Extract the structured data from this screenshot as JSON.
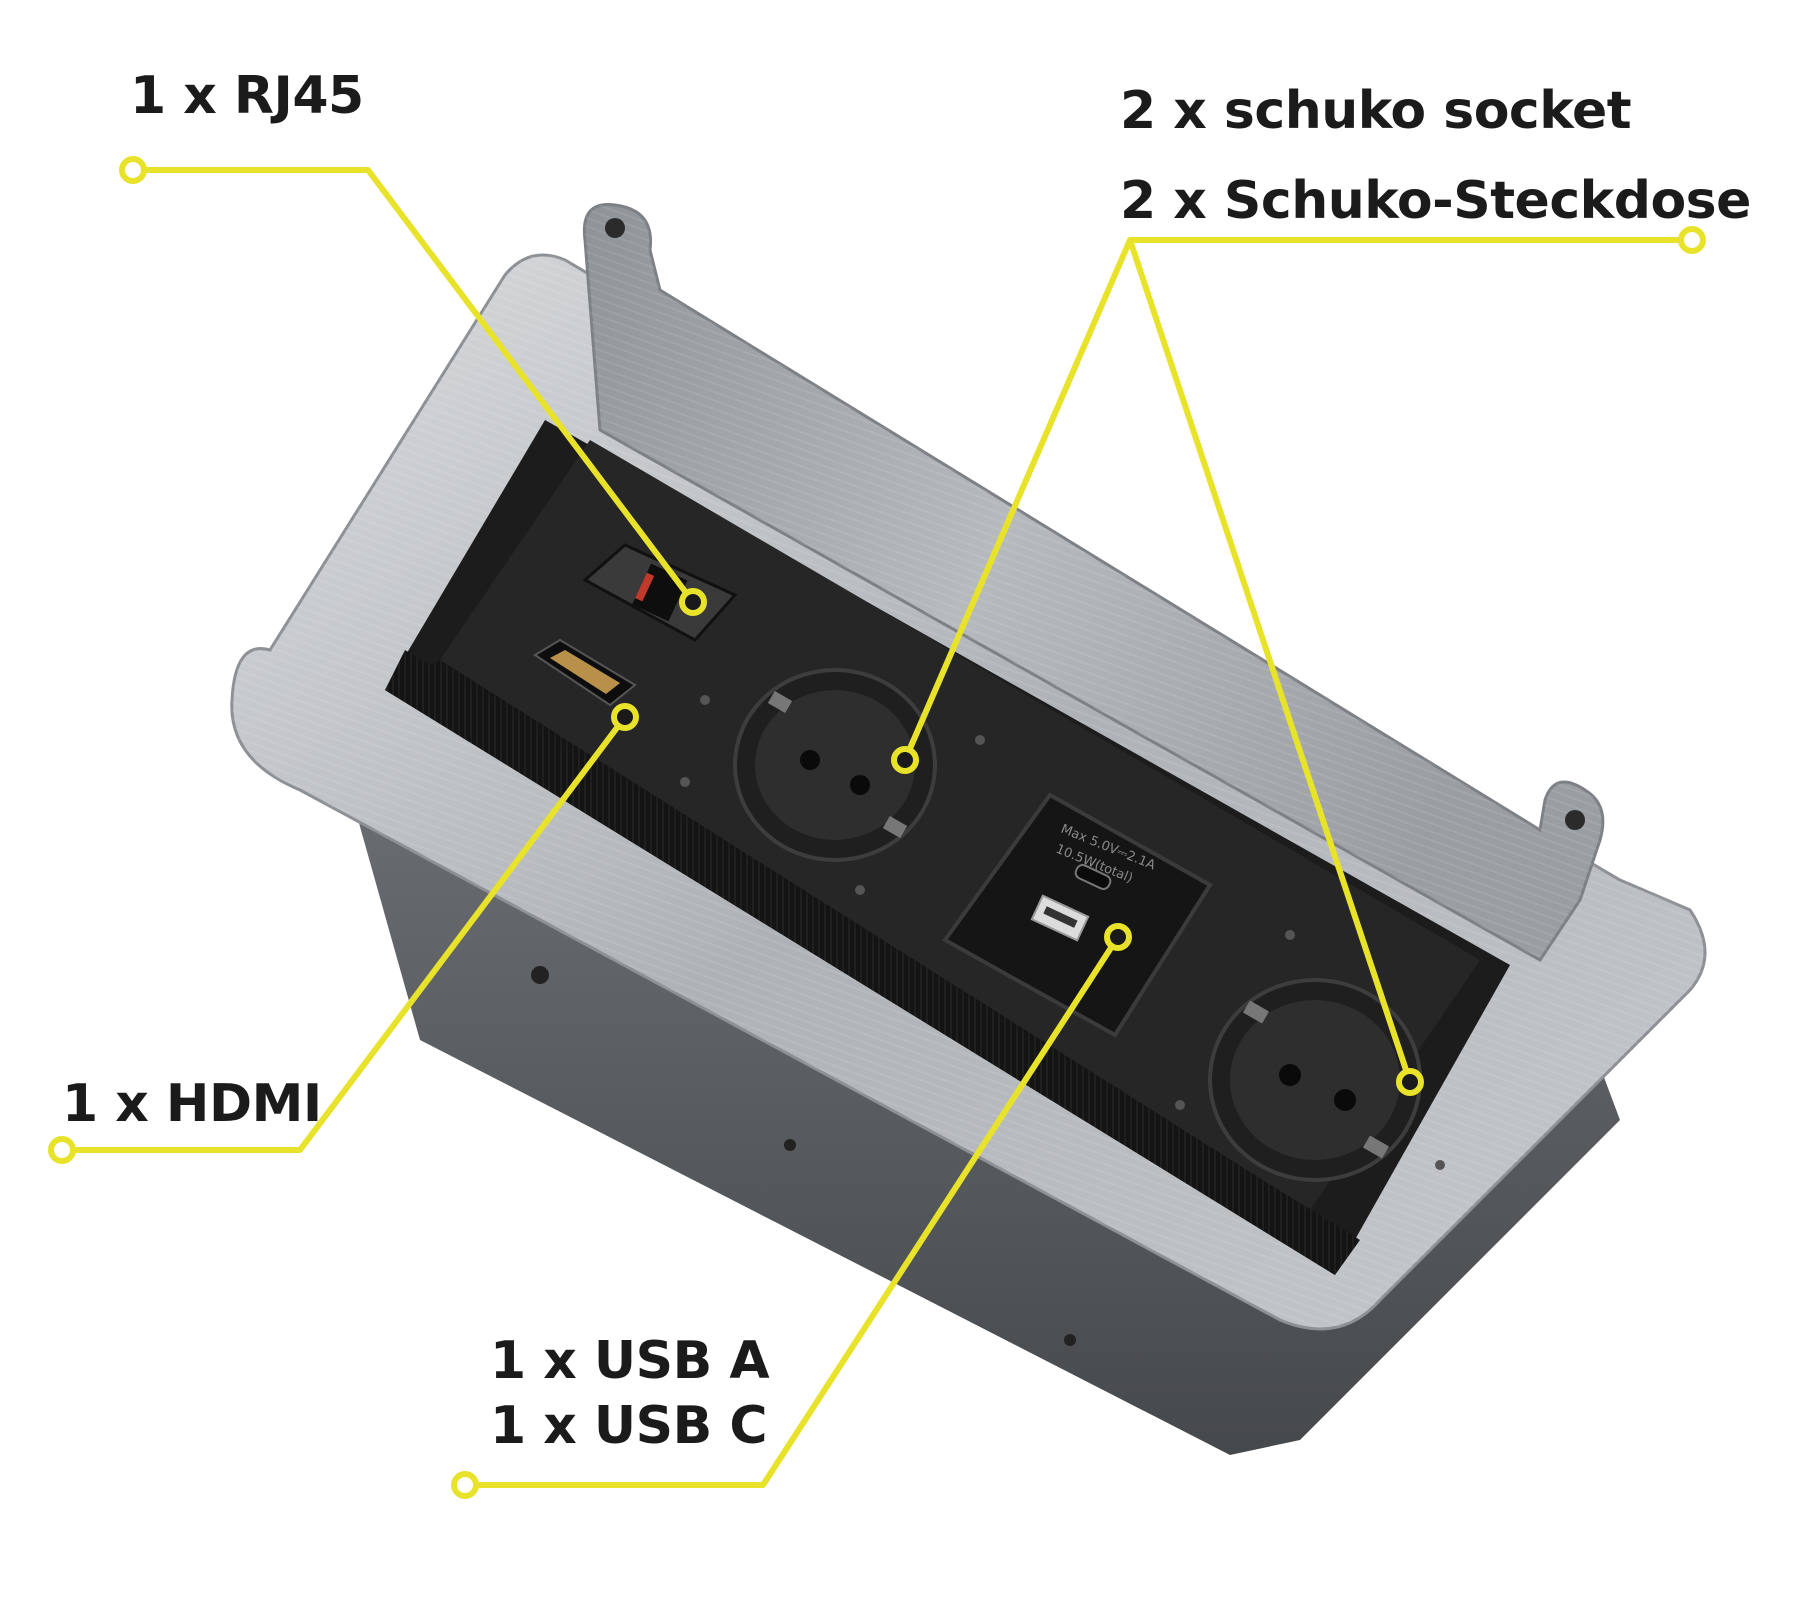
{
  "callouts": {
    "rj45": "1 x RJ45",
    "schuko_en": "2 x schuko socket",
    "schuko_de": "2 x Schuko-Steckdose",
    "hdmi": "1 x HDMI",
    "usb_a": "1 x USB A",
    "usb_c": "1 x USB C"
  },
  "usb_module_text": {
    "line1": "Max 5.0V⎓2.1A",
    "line2": "10.5W(total)"
  },
  "colors": {
    "callout_line": "#e8e32a",
    "label_text": "#1b1b1b",
    "frame_silver": "#b9bcbf",
    "brush_black": "#161616"
  }
}
